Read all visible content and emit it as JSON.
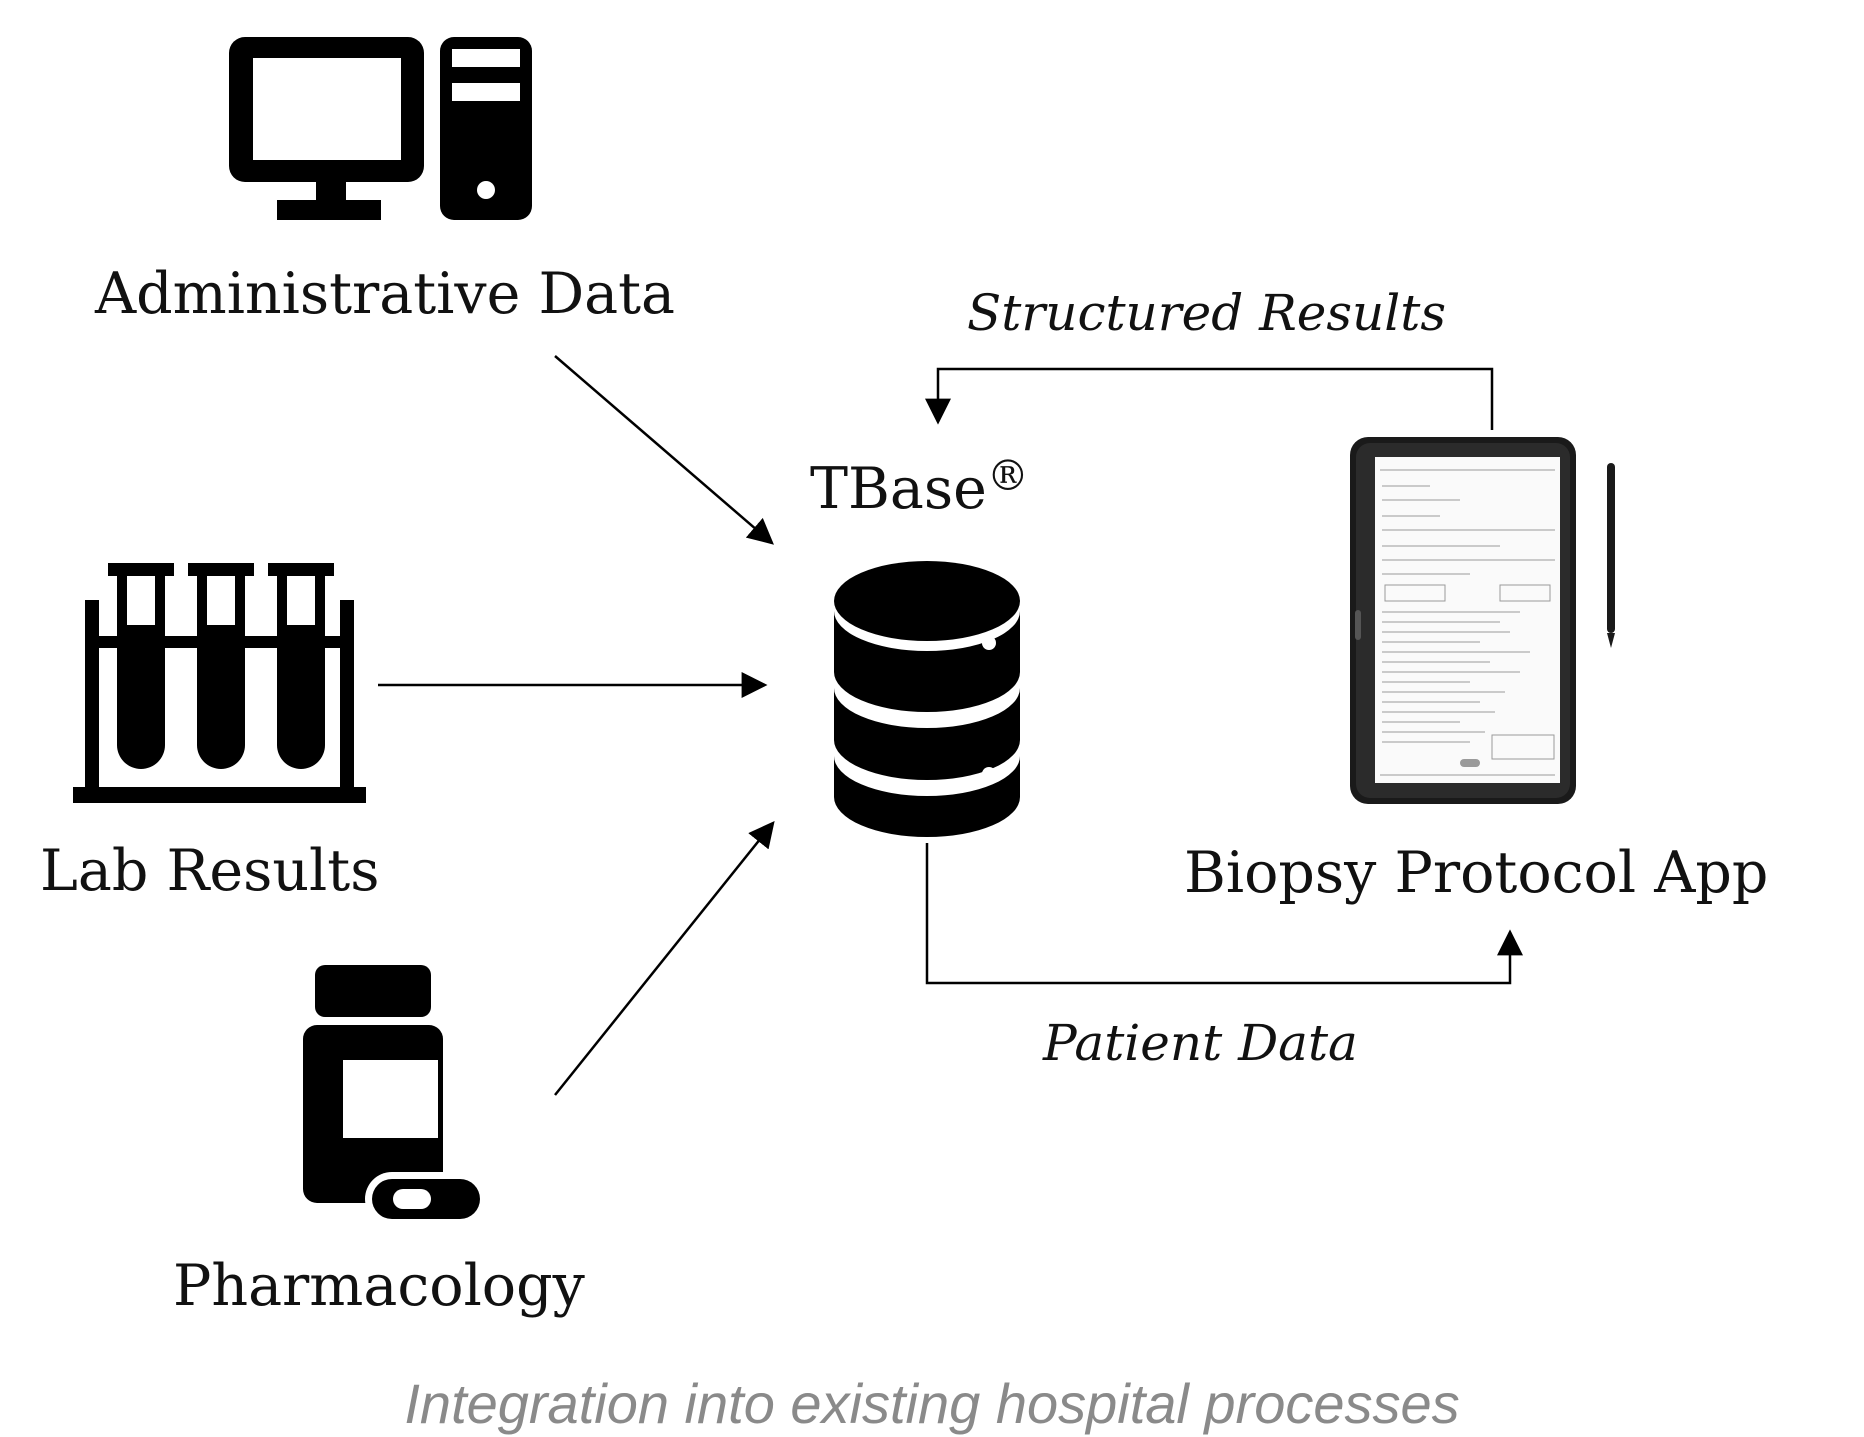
{
  "nodes": {
    "administrative": {
      "label": "Administrative Data",
      "icon": "computer-icon"
    },
    "lab": {
      "label": "Lab Results",
      "icon": "test-tubes-icon"
    },
    "pharmacology": {
      "label": "Pharmacology",
      "icon": "medicine-bottle-icon"
    },
    "database": {
      "label": "TBase",
      "trademark": "®",
      "icon": "database-icon"
    },
    "app": {
      "label": "Biopsy Protocol App",
      "icon": "tablet-icon"
    }
  },
  "flows": {
    "structured_results": "Structured Results",
    "patient_data": "Patient Data"
  },
  "caption": "Integration into existing hospital processes",
  "colors": {
    "ink": "#000000",
    "caption": "#8a8a8a",
    "background": "#ffffff"
  }
}
